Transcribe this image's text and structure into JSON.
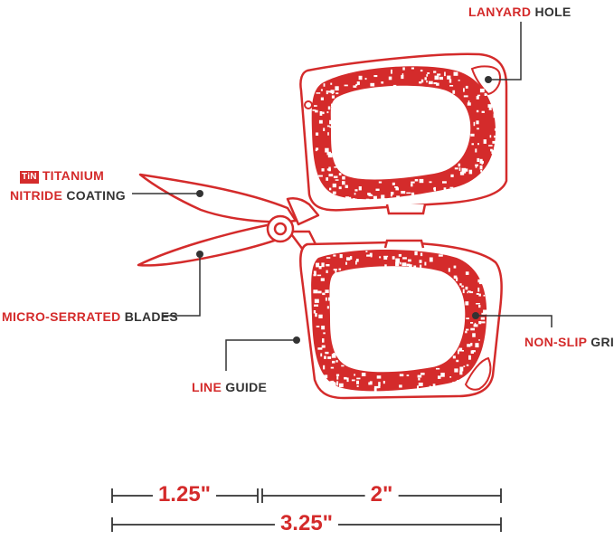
{
  "labels": {
    "lanyard": {
      "accent": "LANYARD",
      "rest": "HOLE"
    },
    "titanium": {
      "badge": "TiN",
      "line1": "TITANIUM",
      "accent": "NITRIDE",
      "rest": "COATING"
    },
    "serrated": {
      "accent": "MICRO-SERRATED",
      "rest": "BLADES"
    },
    "nonslip": {
      "accent": "NON-SLIP",
      "rest": "GRIP"
    },
    "lineguide": {
      "accent": "LINE",
      "rest": "GUIDE"
    }
  },
  "dimensions": {
    "blade": "1.25\"",
    "handle": "2\"",
    "total": "3.25\""
  },
  "colors": {
    "accent": "#d42b2b",
    "text": "#333333",
    "outline": "#d42b2b",
    "speckle": "#ffffff"
  }
}
